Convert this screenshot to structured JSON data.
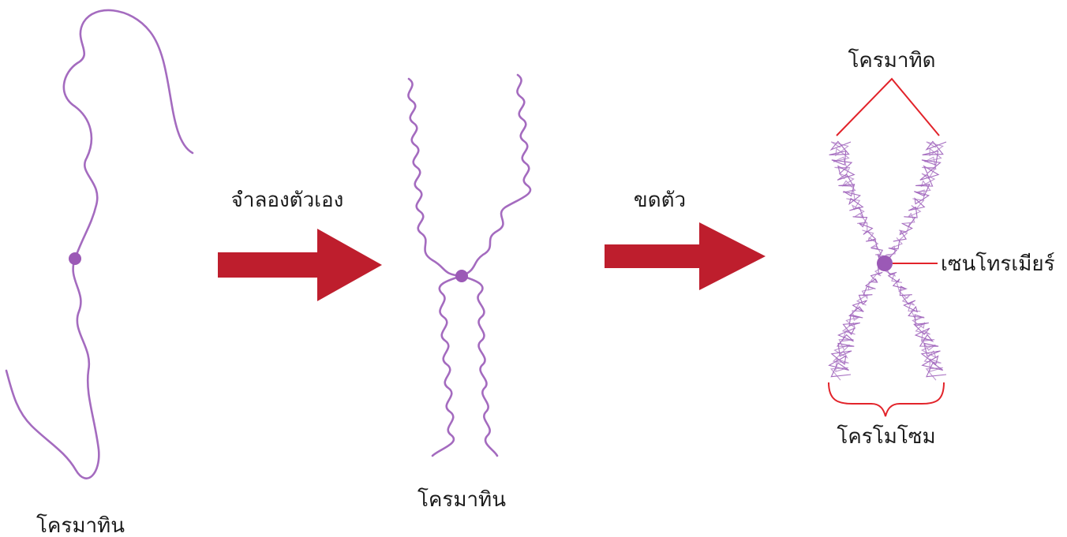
{
  "labels": {
    "step1_chromatin": "โครมาทิน",
    "step2_chromatin": "โครมาทิน",
    "arrow1": "จำลองตัวเอง",
    "arrow2": "ขดตัว",
    "chromatid": "โครมาทิด",
    "centromere": "เซนโทรเมียร์",
    "chromosome": "โครโมโซม"
  },
  "colors": {
    "strand": "#A46BBF",
    "centromere": "#9B59B6",
    "arrow": "#BE1E2D",
    "pointer": "#E2232A",
    "text": "#1A1A1A",
    "background": "#FFFFFF"
  }
}
